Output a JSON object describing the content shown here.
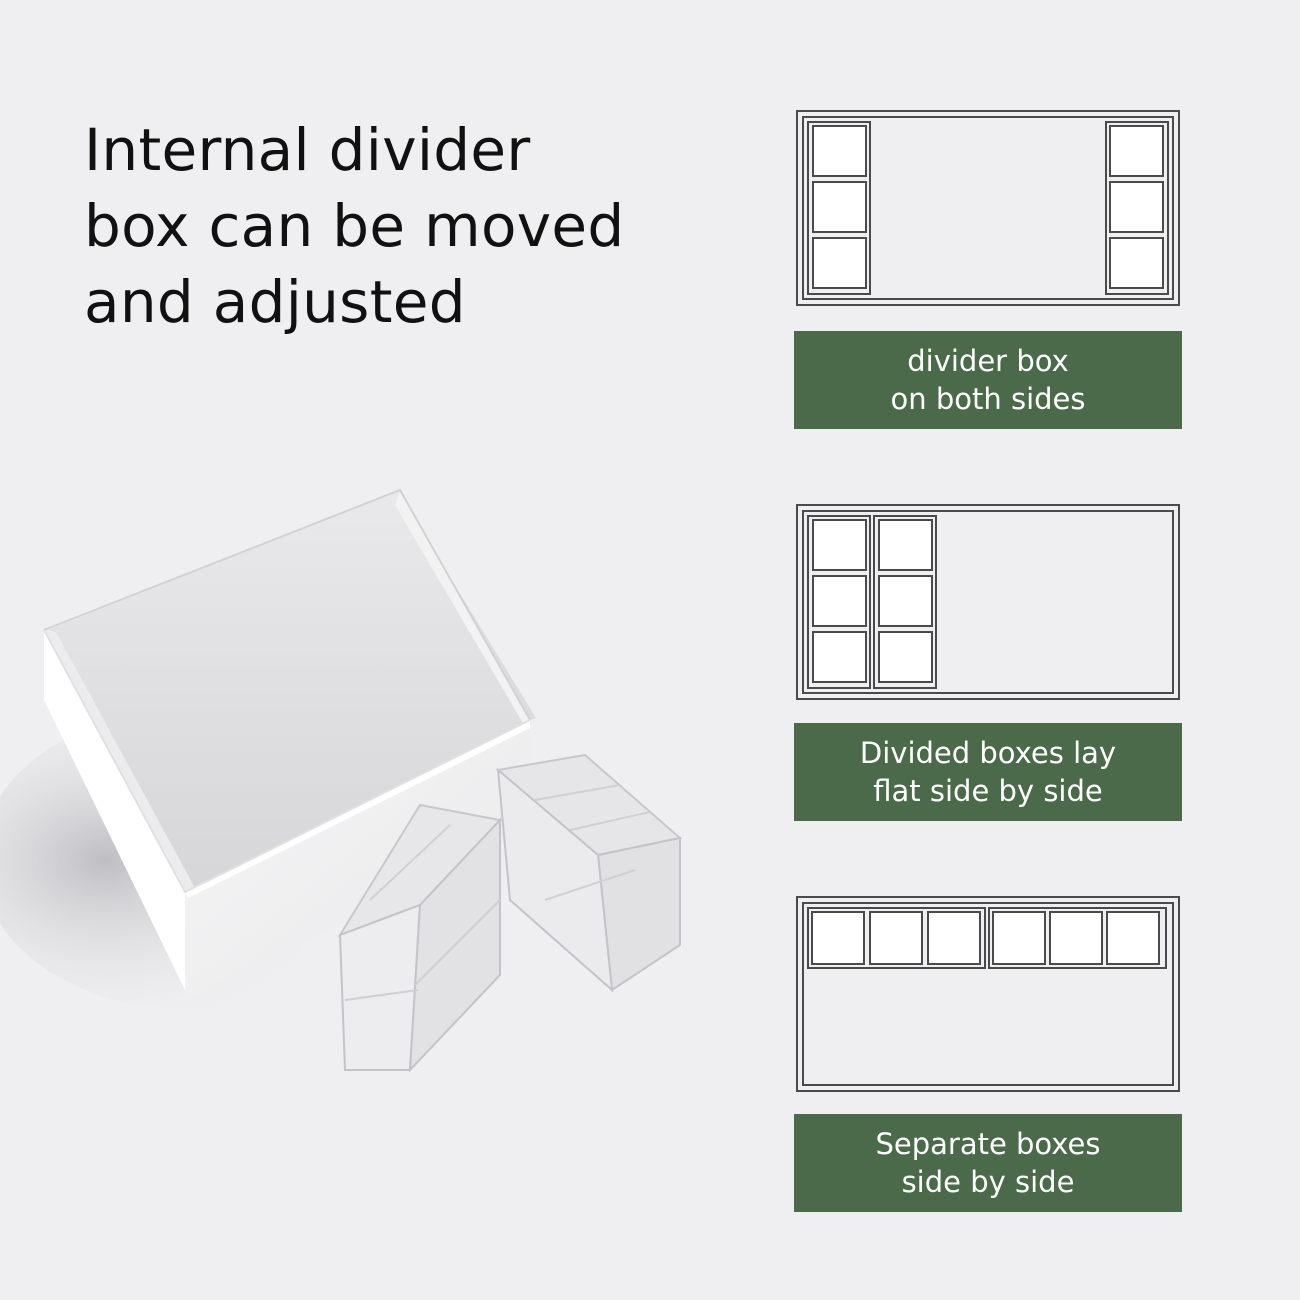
{
  "headline": {
    "lines": [
      "Internal divider",
      "box can be moved",
      "and adjusted"
    ]
  },
  "layouts": [
    {
      "label_lines": [
        "divider box",
        "on both sides"
      ]
    },
    {
      "label_lines": [
        "Divided boxes lay",
        "flat side by side"
      ]
    },
    {
      "label_lines": [
        "Separate boxes",
        "side by side"
      ]
    }
  ],
  "colors": {
    "background": "#efeff1",
    "label_background": "#4a6a4a",
    "label_text": "#ffffff",
    "diagram_stroke": "#4a4a4a"
  }
}
